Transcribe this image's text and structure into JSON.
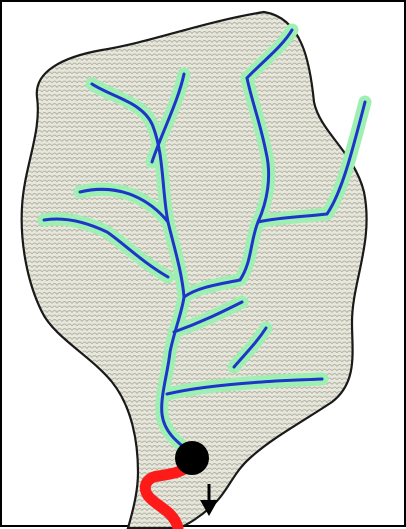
{
  "diagram": {
    "kind": "watershed / drainage basin with branching stream network and outlet",
    "elements": [
      "basin-boundary",
      "basin-fill-pattern",
      "riparian-buffer",
      "stream-network",
      "outlet-point",
      "outflow-channel",
      "flow-direction-arrow"
    ]
  },
  "colors": {
    "basin_fill_base": "#e7e7dc",
    "basin_pattern_line": "#b3b3a6",
    "boundary_stroke": "#1a1a1a",
    "buffer_green": "#9df0b2",
    "buffer_edge": "#6fcf8d",
    "stream_blue": "#1d35c9",
    "outlet_black": "#000000",
    "outflow_red": "#ff1a1a",
    "arrow_black": "#000000",
    "frame_border": "#000000"
  }
}
